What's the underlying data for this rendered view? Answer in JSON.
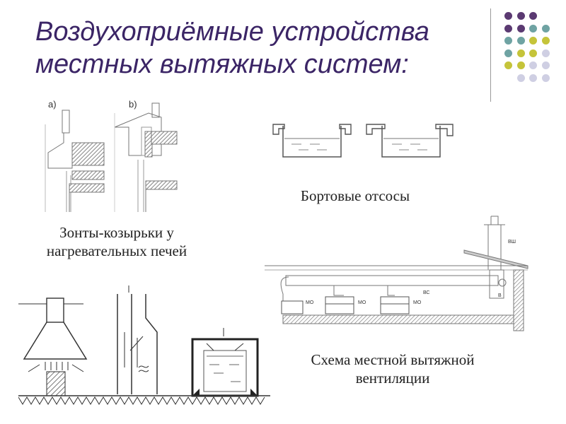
{
  "slide": {
    "title_line1": "Воздухоприёмные устройства",
    "title_line2": "местных вытяжных систем:"
  },
  "captions": {
    "hoods": "Зонты-козырьки у нагревательных печей",
    "side_suction": "Бортовые отсосы",
    "scheme": "Схема местной вытяжной вентиляции"
  },
  "figure_labels": {
    "a": "а)",
    "b": "b)",
    "mo1": "МО",
    "mo2": "МО",
    "mo3": "МО",
    "vs": "ВС",
    "vsh": "ВШ",
    "v": "В"
  },
  "decoration": {
    "dot_colors": {
      "purple": "#5b3a72",
      "teal": "#6fa3a3",
      "olive": "#c5c43a",
      "lavender": "#cfcfe3"
    },
    "dot_grid": [
      [
        "purple",
        "purple",
        "purple",
        "empty"
      ],
      [
        "purple",
        "purple",
        "teal",
        "teal"
      ],
      [
        "teal",
        "teal",
        "olive",
        "olive"
      ],
      [
        "teal",
        "olive",
        "olive",
        "lavender"
      ],
      [
        "olive",
        "olive",
        "lavender",
        "lavender"
      ],
      [
        "empty",
        "lavender",
        "lavender",
        "lavender"
      ]
    ]
  }
}
